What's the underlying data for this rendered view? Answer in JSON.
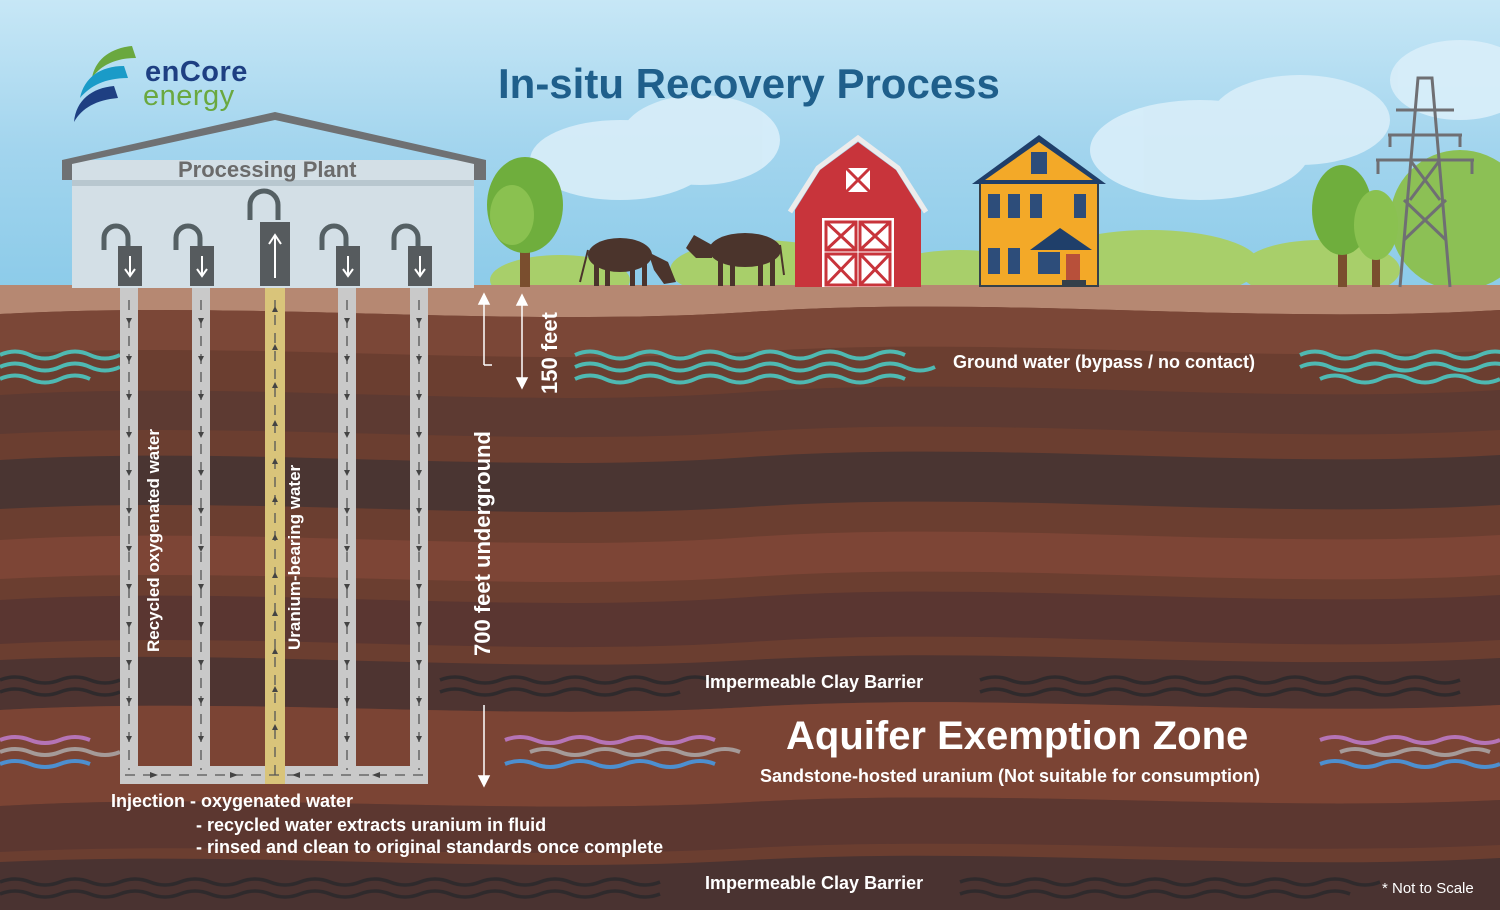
{
  "title": "In-situ Recovery Process",
  "brand": {
    "line1": "enCore",
    "line2": "energy"
  },
  "plant_label": "Processing Plant",
  "labels": {
    "ground_water": "Ground water (bypass / no contact)",
    "clay_barrier_upper": "Impermeable Clay Barrier",
    "clay_barrier_lower": "Impermeable Clay Barrier",
    "aquifer_zone": "Aquifer Exemption Zone",
    "aquifer_sub": "Sandstone-hosted uranium  (Not suitable for consumption)",
    "recycled_water": "Recycled oxygenated water",
    "uranium_water": "Uranium-bearing water",
    "depth_700": "700 feet underground",
    "depth_150": "150 feet",
    "not_to_scale": "* Not to Scale"
  },
  "injection": {
    "line1": "Injection - oxygenated water",
    "line2": "- recycled water extracts uranium in fluid",
    "line3": "- rinsed and clean to original standards once complete"
  },
  "colors": {
    "title": "#1f5f8b",
    "sky_top": "#9fd2ec",
    "soil_top": "#b88a74",
    "soil_dark": "#4e3530",
    "soil_mid": "#7a4636",
    "ground_water": "#4ab5b0",
    "recycled_pipe": "#c8c8c8",
    "uranium_pipe": "#d8c47c",
    "barn": "#c8333a",
    "house": "#f3a928",
    "house_roof": "#1f3f6a"
  }
}
